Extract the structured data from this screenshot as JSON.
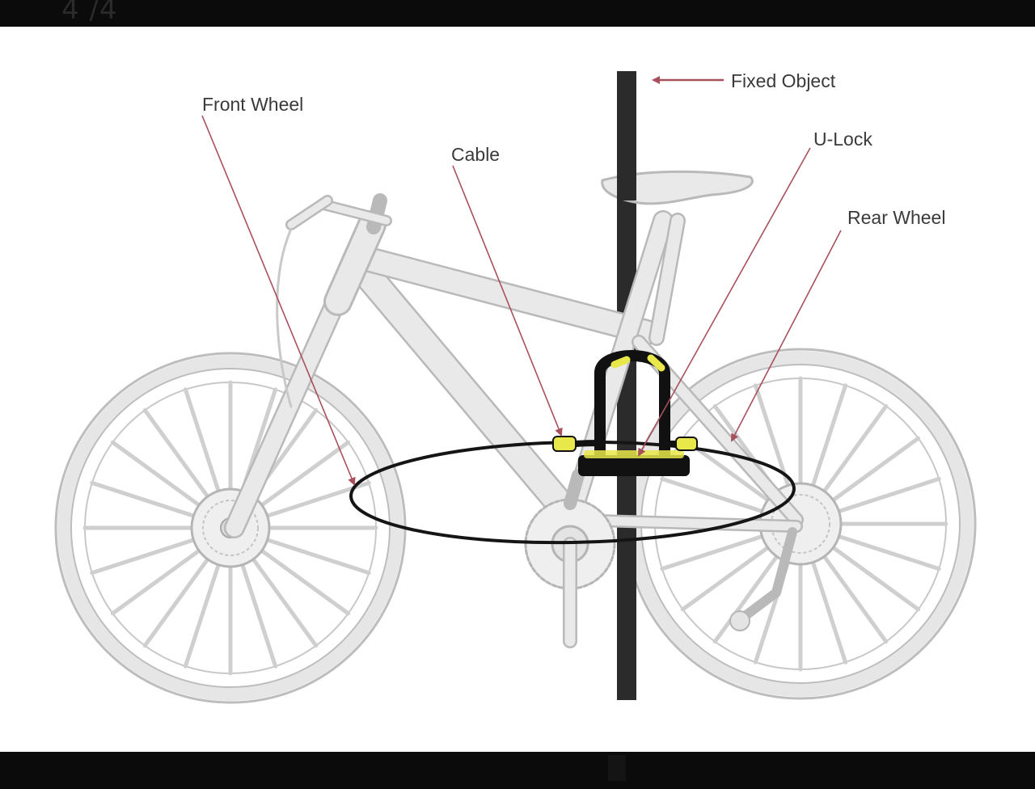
{
  "viewer": {
    "counter": "4 /4"
  },
  "diagram": {
    "labels": {
      "front_wheel": "Front Wheel",
      "cable": "Cable",
      "fixed_object": "Fixed Object",
      "u_lock": "U-Lock",
      "rear_wheel": "Rear Wheel"
    },
    "colors": {
      "bike": "#e8e8e8",
      "bike_outline": "#b9b9b9",
      "pole": "#2b2b2b",
      "lock": "#111111",
      "lock_highlight": "#e8e84a",
      "arrow": "#a8505c"
    }
  }
}
